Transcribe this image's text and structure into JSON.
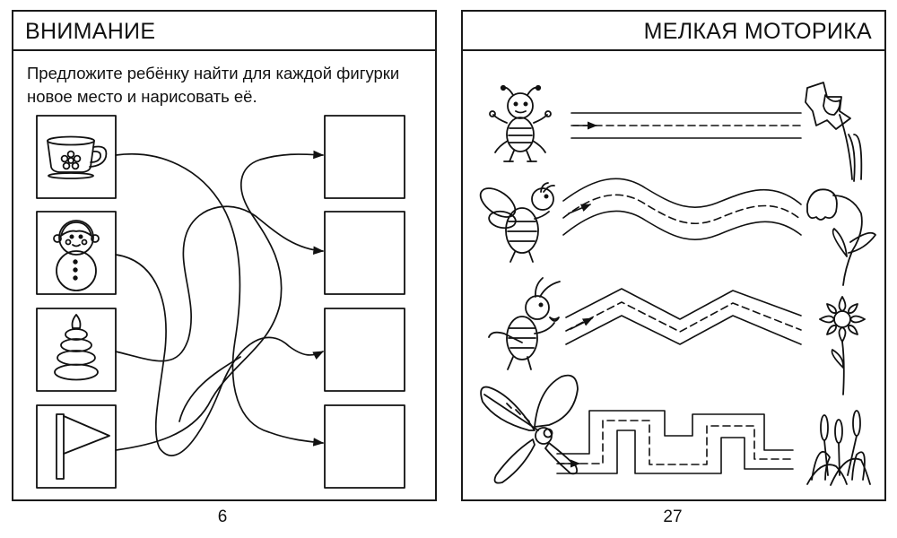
{
  "left_page": {
    "title": "ВНИМАНИЕ",
    "instruction_line1": "Предложите ребёнку найти для каждой фигурки",
    "instruction_line2": "новое место и нарисовать её.",
    "page_number": "6",
    "figures": [
      "cup-icon",
      "roly-poly-doll-icon",
      "pyramid-toy-icon",
      "flag-icon"
    ]
  },
  "right_page": {
    "title": "МЕЛКАЯ МОТОРИКА",
    "page_number": "27",
    "rows": [
      {
        "left": "bug-icon",
        "path": "straight",
        "right": "daffodil-icon"
      },
      {
        "left": "bee-icon",
        "path": "wave",
        "right": "bellflower-icon"
      },
      {
        "left": "grasshopper-icon",
        "path": "zigzag",
        "right": "daisy-icon"
      },
      {
        "left": "dragonfly-icon",
        "path": "meander",
        "right": "cattail-icon"
      }
    ]
  }
}
